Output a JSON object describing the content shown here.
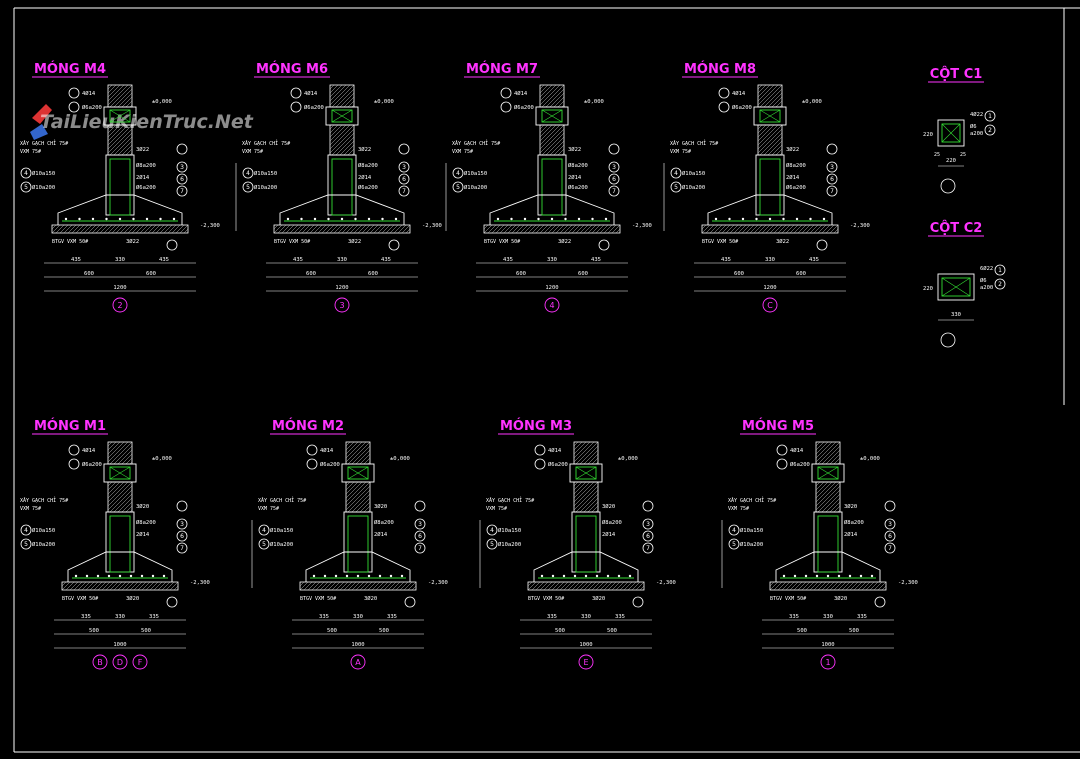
{
  "colors": {
    "background": "#000000",
    "title": "#ff33ff",
    "line": "#ffffff",
    "rebar": "#33dd33",
    "hatch": "#bbbbbb"
  },
  "watermark": {
    "text": "TaiLieuKienTruc.Net"
  },
  "notes": {
    "wall": "XÂY GẠCH CHỈ 75#",
    "mortar": "VXM 75#",
    "lean": "BTGV VXM 50#",
    "level_top": "±0,000",
    "level_bottom": "-2,300"
  },
  "footings_top": [
    {
      "title": "MÓNG M4",
      "axis": [
        "2"
      ],
      "labels": {
        "r4d14": "4Ø14",
        "r6a200": "Ø6a200",
        "r3d22": "3Ø22",
        "r10a150": "Ø10a150",
        "r10a200": "Ø10a200",
        "r8a200": "Ø8a200",
        "r2d14": "2Ø14",
        "r6a200b": "Ø6a200",
        "r3d22b": "3Ø22"
      },
      "dims": {
        "d1": "435",
        "d2": "330",
        "d3": "435",
        "half1": "600",
        "half2": "600",
        "total": "1200"
      }
    },
    {
      "title": "MÓNG M6",
      "axis": [
        "3"
      ],
      "labels": {
        "r4d14": "4Ø14",
        "r6a200": "Ø6a200",
        "r3d22": "3Ø22",
        "r10a150": "Ø10a150",
        "r10a200": "Ø10a200",
        "r8a200": "Ø8a200",
        "r2d14": "2Ø14",
        "r6a200b": "Ø6a200",
        "r3d22b": "3Ø22"
      },
      "dims": {
        "d1": "435",
        "d2": "330",
        "d3": "435",
        "half1": "600",
        "half2": "600",
        "total": "1200"
      }
    },
    {
      "title": "MÓNG M7",
      "axis": [
        "4"
      ],
      "labels": {
        "r4d14": "4Ø14",
        "r6a200": "Ø6a200",
        "r3d22": "3Ø22",
        "r10a150": "Ø10a150",
        "r10a200": "Ø10a200",
        "r8a200": "Ø8a200",
        "r2d14": "2Ø14",
        "r6a200b": "Ø6a200",
        "r3d22b": "3Ø22"
      },
      "dims": {
        "d1": "435",
        "d2": "330",
        "d3": "435",
        "half1": "600",
        "half2": "600",
        "total": "1200"
      }
    },
    {
      "title": "MÓNG M8",
      "axis": [
        "C"
      ],
      "labels": {
        "r4d14": "4Ø14",
        "r6a200": "Ø6a200",
        "r3d22": "3Ø22",
        "r10a150": "Ø10a150",
        "r10a200": "Ø10a200",
        "r8a200": "Ø8a200",
        "r2d14": "2Ø14",
        "r6a200b": "Ø6a200",
        "r3d22b": "3Ø22"
      },
      "dims": {
        "d1": "435",
        "d2": "330",
        "d3": "435",
        "half1": "600",
        "half2": "600",
        "total": "1200"
      }
    }
  ],
  "footings_bottom": [
    {
      "title": "MÓNG M1",
      "axis": [
        "B",
        "D",
        "F"
      ],
      "labels": {
        "r4d14": "4Ø14",
        "r6a200": "Ø6a200",
        "r3d22": "3Ø20",
        "r10a150": "Ø10a150",
        "r10a200": "Ø10a200",
        "r8a200": "Ø8a200",
        "r2d14": "2Ø14",
        "r6a200b": "",
        "r3d22b": "3Ø20"
      },
      "dims": {
        "d1": "335",
        "d2": "330",
        "d3": "335",
        "half1": "500",
        "half2": "500",
        "total": "1000"
      }
    },
    {
      "title": "MÓNG M2",
      "axis": [
        "A"
      ],
      "labels": {
        "r4d14": "4Ø14",
        "r6a200": "Ø6a200",
        "r3d22": "3Ø20",
        "r10a150": "Ø10a150",
        "r10a200": "Ø10a200",
        "r8a200": "Ø8a200",
        "r2d14": "2Ø14",
        "r6a200b": "",
        "r3d22b": "3Ø20"
      },
      "dims": {
        "d1": "335",
        "d2": "330",
        "d3": "335",
        "half1": "500",
        "half2": "500",
        "total": "1000"
      }
    },
    {
      "title": "MÓNG M3",
      "axis": [
        "E"
      ],
      "labels": {
        "r4d14": "4Ø14",
        "r6a200": "Ø6a200",
        "r3d22": "3Ø20",
        "r10a150": "Ø10a150",
        "r10a200": "Ø10a200",
        "r8a200": "Ø8a200",
        "r2d14": "2Ø14",
        "r6a200b": "",
        "r3d22b": "3Ø20"
      },
      "dims": {
        "d1": "335",
        "d2": "330",
        "d3": "335",
        "half1": "500",
        "half2": "500",
        "total": "1000"
      }
    },
    {
      "title": "MÓNG M5",
      "axis": [
        "1"
      ],
      "labels": {
        "r4d14": "4Ø14",
        "r6a200": "Ø6a200",
        "r3d22": "3Ø20",
        "r10a150": "Ø10a150",
        "r10a200": "Ø10a200",
        "r8a200": "Ø8a200",
        "r2d14": "2Ø14",
        "r6a200b": "",
        "r3d22b": "3Ø20"
      },
      "dims": {
        "d1": "335",
        "d2": "330",
        "d3": "335",
        "half1": "500",
        "half2": "500",
        "total": "1000"
      }
    }
  ],
  "columns": [
    {
      "title": "CỘT C1",
      "bars": "4Ø22",
      "ties": "Ø6",
      "spacing": "a200",
      "dim_w": "220",
      "dim_h": "220",
      "cover": "25",
      "cover2": "25"
    },
    {
      "title": "CỘT C2",
      "bars": "6Ø22",
      "ties": "Ø6",
      "spacing": "a200",
      "dim_w": "330",
      "dim_h": "220",
      "cover": "",
      "cover2": ""
    }
  ]
}
